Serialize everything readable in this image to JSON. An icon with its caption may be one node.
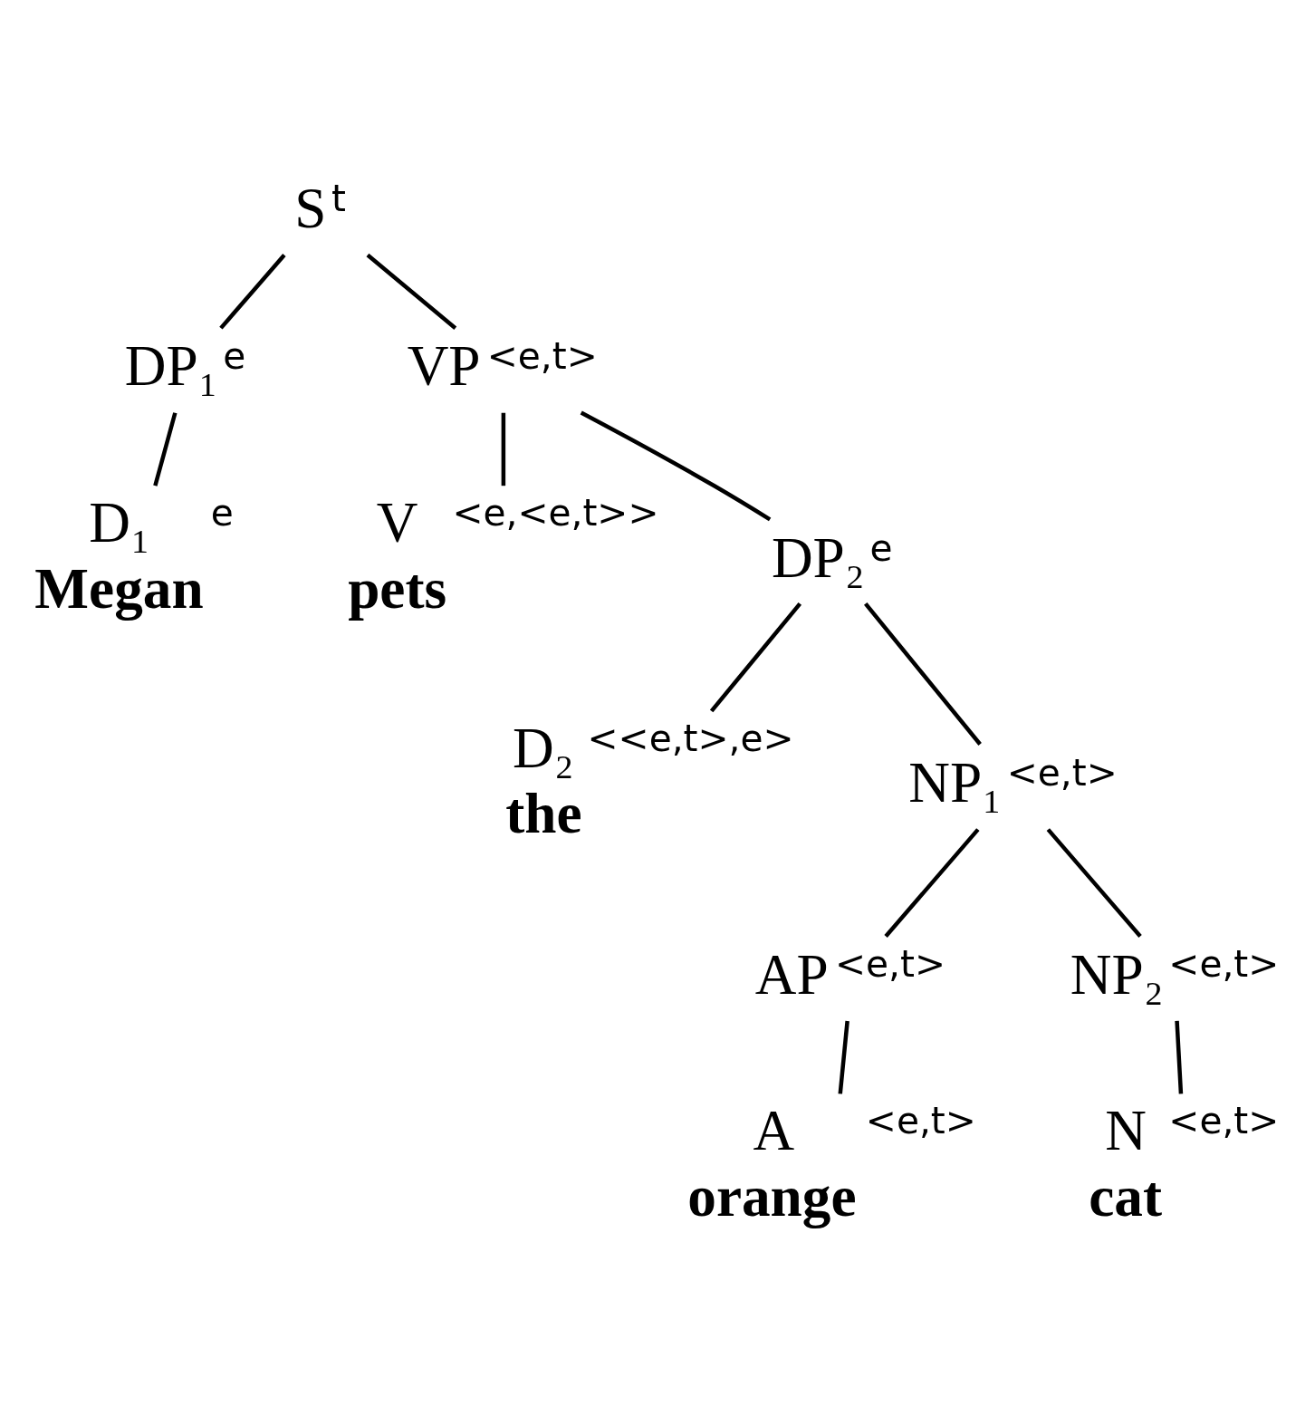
{
  "diagram": {
    "nodes": [
      {
        "text": [
          "S"
        ],
        "beside": [
          "t"
        ]
      },
      {
        "text": [
          "DP₁"
        ],
        "beside": [
          "e"
        ]
      },
      {
        "text": [
          "VP"
        ],
        "beside": [
          "<e,t>"
        ]
      },
      {
        "text": [
          "D₁",
          "Megan"
        ],
        "beside": [
          "e"
        ]
      },
      {
        "text": [
          "V",
          "pets"
        ],
        "beside": [
          "<e,<e,t>>"
        ]
      },
      {
        "text": [
          "DP₂"
        ],
        "beside": [
          "e"
        ]
      },
      {
        "text": [
          "D₂",
          "the"
        ],
        "beside": [
          "<<e,t>,e>"
        ]
      },
      {
        "text": [
          "NP₁"
        ],
        "beside": [
          "<e,t>"
        ]
      },
      {
        "text": [
          "AP"
        ],
        "beside": [
          "<e,t>"
        ]
      },
      {
        "text": [
          "NP₂"
        ],
        "beside": [
          "<e,t>"
        ]
      },
      {
        "text": [
          "A",
          "orange"
        ],
        "beside": [
          "<e,t>"
        ]
      },
      {
        "text": [
          "N",
          "cat"
        ],
        "beside": [
          "<e,t>"
        ]
      }
    ],
    "edges": [
      {
        "from": 0,
        "to": 1,
        "arrow": "none"
      },
      {
        "from": 0,
        "to": 2,
        "arrow": "none"
      },
      {
        "from": 1,
        "to": 3,
        "arrow": "none"
      },
      {
        "from": 2,
        "to": 4,
        "arrow": "none"
      },
      {
        "from": 2,
        "to": 5,
        "arrow": "none"
      },
      {
        "from": 5,
        "to": 6,
        "arrow": "none"
      },
      {
        "from": 5,
        "to": 7,
        "arrow": "none"
      },
      {
        "from": 7,
        "to": 8,
        "arrow": "none"
      },
      {
        "from": 7,
        "to": 9,
        "arrow": "none"
      },
      {
        "from": 8,
        "to": 10,
        "arrow": "none"
      },
      {
        "from": 9,
        "to": 11,
        "arrow": "none"
      }
    ]
  }
}
